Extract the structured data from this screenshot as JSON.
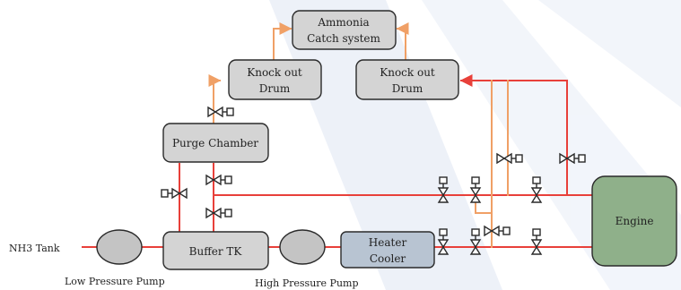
{
  "colors": {
    "red_line": "#e8403a",
    "orange_line": "#f0a066",
    "box_fill": "#d4d4d4",
    "heater_fill": "#b8c4d2",
    "engine_fill": "#8fb08a",
    "outline": "#2a2a2a",
    "watermark": "#dfe6f3"
  },
  "labels": {
    "ammonia_catch_line1": "Ammonia",
    "ammonia_catch_line2": "Catch system",
    "knock_out_left_line1": "Knock out",
    "knock_out_left_line2": "Drum",
    "knock_out_right_line1": "Knock out",
    "knock_out_right_line2": "Drum",
    "purge_chamber": "Purge Chamber",
    "buffer_tk": "Buffer TK",
    "heater_cooler_line1": "Heater",
    "heater_cooler_line2": "Cooler",
    "engine": "Engine",
    "nh3_tank": "NH3 Tank",
    "low_pressure_pump": "Low Pressure Pump",
    "high_pressure_pump": "High Pressure Pump"
  },
  "icons": {
    "valve": "gate-valve-icon",
    "pump": "pump-icon"
  }
}
